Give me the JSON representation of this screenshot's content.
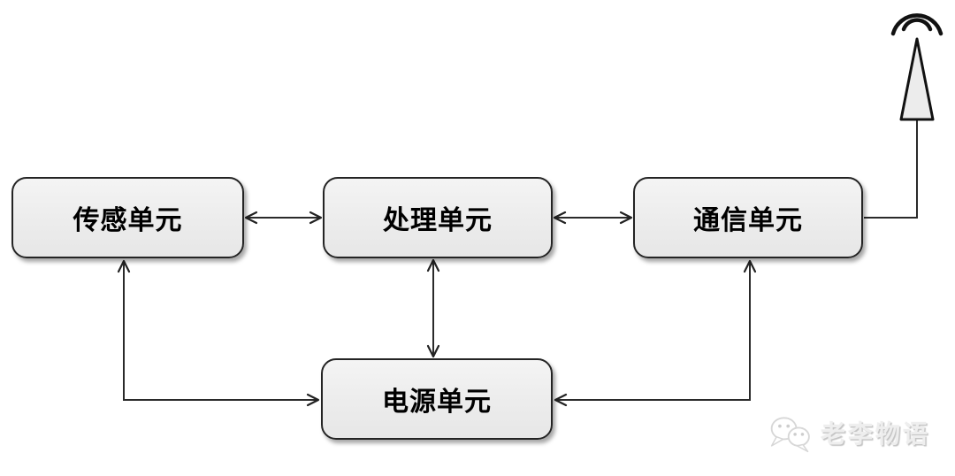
{
  "diagram": {
    "title": "wireless-sensor-node-architecture",
    "nodes": [
      {
        "id": "sensor",
        "label": "传感单元"
      },
      {
        "id": "processing",
        "label": "处理单元"
      },
      {
        "id": "communication",
        "label": "通信单元"
      },
      {
        "id": "power",
        "label": "电源单元"
      }
    ],
    "edges": [
      {
        "from": "sensor",
        "to": "processing",
        "direction": "bidirectional",
        "shape": "straight-horizontal"
      },
      {
        "from": "processing",
        "to": "communication",
        "direction": "bidirectional",
        "shape": "straight-horizontal"
      },
      {
        "from": "processing",
        "to": "power",
        "direction": "bidirectional",
        "shape": "straight-vertical"
      },
      {
        "from": "power",
        "to": "sensor",
        "direction": "bidirectional",
        "shape": "elbow-left"
      },
      {
        "from": "power",
        "to": "communication",
        "direction": "bidirectional",
        "shape": "elbow-right"
      },
      {
        "from": "communication",
        "to": "antenna",
        "direction": "none",
        "shape": "elbow-up"
      }
    ],
    "antenna": {
      "icon": "antenna-icon",
      "waves": 2
    }
  },
  "watermark": {
    "text": "老李物语",
    "icon": "wechat-logo-icon"
  },
  "colors": {
    "background": "#ffffff",
    "box_fill": "#ededed",
    "box_border": "#242424",
    "line": "#2a2a2a",
    "text": "#000000",
    "watermark": "#e8e8e8"
  }
}
